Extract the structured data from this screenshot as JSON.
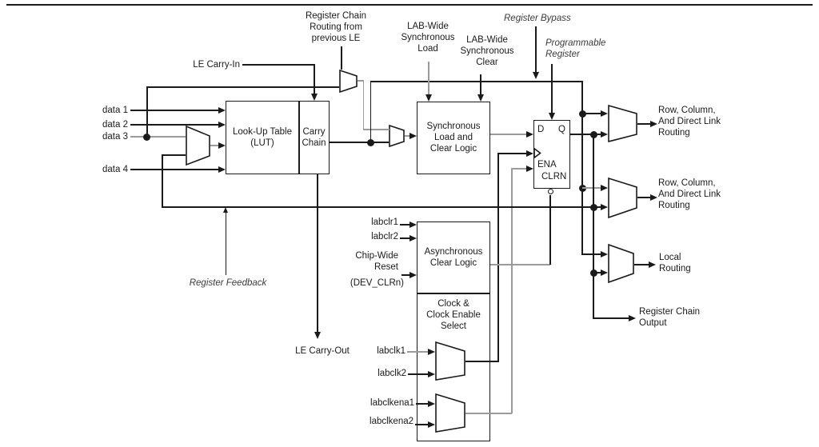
{
  "figure": {
    "top_labels": {
      "register_chain_in": "Register Chain\nRouting from\nprevious LE",
      "le_carry_in": "LE Carry-In",
      "lab_wide_sync_load": "LAB-Wide\nSynchronous\nLoad",
      "lab_wide_sync_clear": "LAB-Wide\nSynchronous\nClear",
      "register_bypass": "Register Bypass",
      "programmable_register": "Programmable\nRegister"
    },
    "inputs": {
      "data1": "data 1",
      "data2": "data 2",
      "data3": "data 3",
      "data4": "data 4",
      "labclr1": "labclr1",
      "labclr2": "labclr2",
      "chip_wide_reset": "Chip-Wide\nReset",
      "dev_clrn": "(DEV_CLRn)",
      "labclk1": "labclk1",
      "labclk2": "labclk2",
      "labclkena1": "labclkena1",
      "labclkena2": "labclkena2"
    },
    "blocks": {
      "lut": "Look-Up Table\n(LUT)",
      "carry_chain": "Carry\nChain",
      "sync_load_clear": "Synchronous\nLoad and\nClear Logic",
      "async_clear": "Asynchronous\nClear Logic",
      "clock_select": "Clock &\nClock Enable\nSelect",
      "register_pins": {
        "d": "D",
        "q": "Q",
        "ena": "ENA",
        "clrn": "CLRN"
      }
    },
    "outputs": {
      "row_col_1": "Row, Column,\nAnd Direct Link\nRouting",
      "row_col_2": "Row, Column,\nAnd Direct Link\nRouting",
      "local": "Local\nRouting",
      "register_chain_out": "Register Chain\nOutput",
      "le_carry_out": "LE Carry-Out",
      "register_feedback": "Register Feedback"
    },
    "colors": {
      "line": "#1a1a1a",
      "line_gray": "#9a9a9a"
    }
  }
}
